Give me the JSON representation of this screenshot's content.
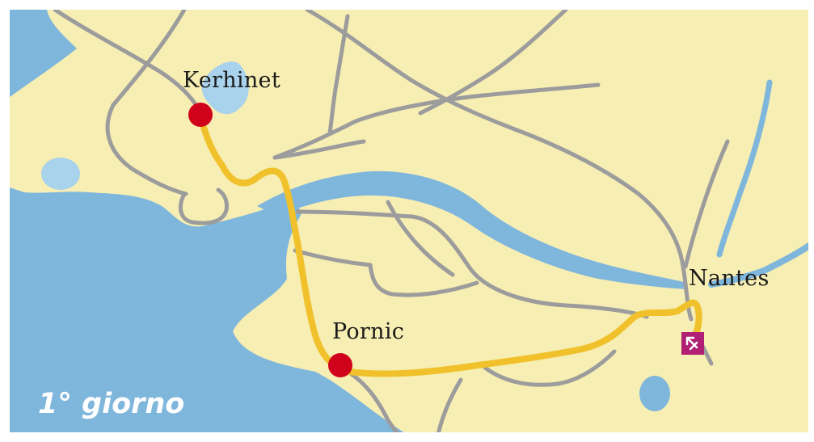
{
  "map": {
    "day_title": "1° giorno",
    "places": [
      {
        "name": "Kerhinet",
        "marker": "red-dot"
      },
      {
        "name": "Pornic",
        "marker": "red-dot"
      },
      {
        "name": "Nantes",
        "marker": "airport-icon"
      }
    ],
    "colors": {
      "sea": "#7fb6dc",
      "land": "#f7eeb3",
      "road": "#9c9c9c",
      "route": "#f0c12a",
      "marker": "#d0021b",
      "airport": "#b01f74",
      "day_title": "#ffffff"
    }
  }
}
